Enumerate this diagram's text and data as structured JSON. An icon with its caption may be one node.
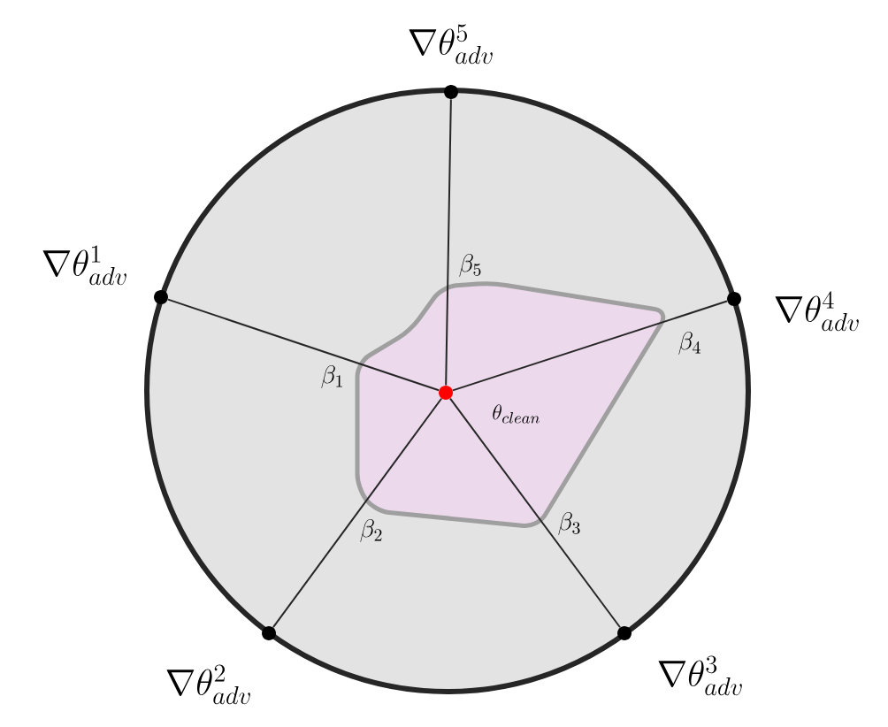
{
  "diagram": {
    "nodes": [
      {
        "text": [
          "\\theta_{clean}"
        ]
      },
      {
        "text": [
          "\\nabla\\theta^{1}_{adv}"
        ]
      },
      {
        "text": [
          "\\nabla\\theta^{2}_{adv}"
        ]
      },
      {
        "text": [
          "\\nabla\\theta^{3}_{adv}"
        ]
      },
      {
        "text": [
          "\\nabla\\theta^{4}_{adv}"
        ]
      },
      {
        "text": [
          "\\nabla\\theta^{5}_{adv}"
        ]
      }
    ],
    "edges": [
      {
        "from": 0,
        "to": 1,
        "arrow": "none",
        "label": "\\beta_1"
      },
      {
        "from": 0,
        "to": 2,
        "arrow": "none",
        "label": "\\beta_2"
      },
      {
        "from": 0,
        "to": 3,
        "arrow": "none",
        "label": "\\beta_3"
      },
      {
        "from": 0,
        "to": 4,
        "arrow": "none",
        "label": "\\beta_4"
      },
      {
        "from": 0,
        "to": 5,
        "arrow": "none",
        "label": "\\beta_5"
      }
    ]
  }
}
